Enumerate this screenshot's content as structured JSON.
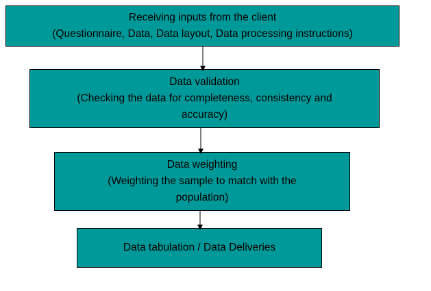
{
  "steps": [
    {
      "title": "Receiving inputs from the client",
      "detail": "(Questionnaire, Data, Data layout, Data processing instructions)"
    },
    {
      "title": "Data validation",
      "detail_line1": "(Checking the data for completeness, consistency and",
      "detail_line2": "accuracy)"
    },
    {
      "title": "Data weighting",
      "detail_line1": "(Weighting the sample to match with the",
      "detail_line2": "population)"
    },
    {
      "title": "Data tabulation / Data Deliveries"
    }
  ],
  "colors": {
    "box_fill": "#009999",
    "border": "#000000",
    "arrow": "#000000"
  }
}
